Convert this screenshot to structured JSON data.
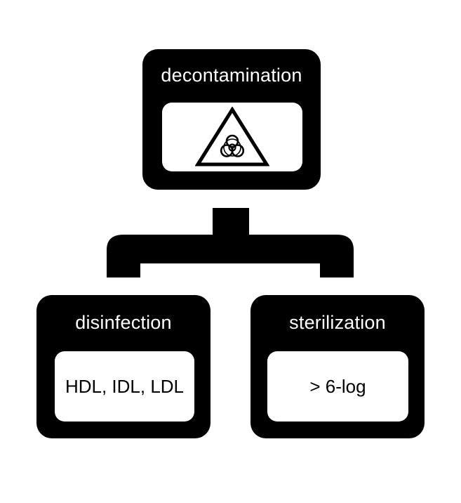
{
  "diagram": {
    "top": {
      "title": "decontamination",
      "icon": "biohazard-warning-icon"
    },
    "left": {
      "title": "disinfection",
      "content": "HDL, IDL, LDL"
    },
    "right": {
      "title": "sterilization",
      "content": "> 6-log"
    }
  },
  "colors": {
    "ink": "#000000",
    "paper": "#ffffff"
  }
}
